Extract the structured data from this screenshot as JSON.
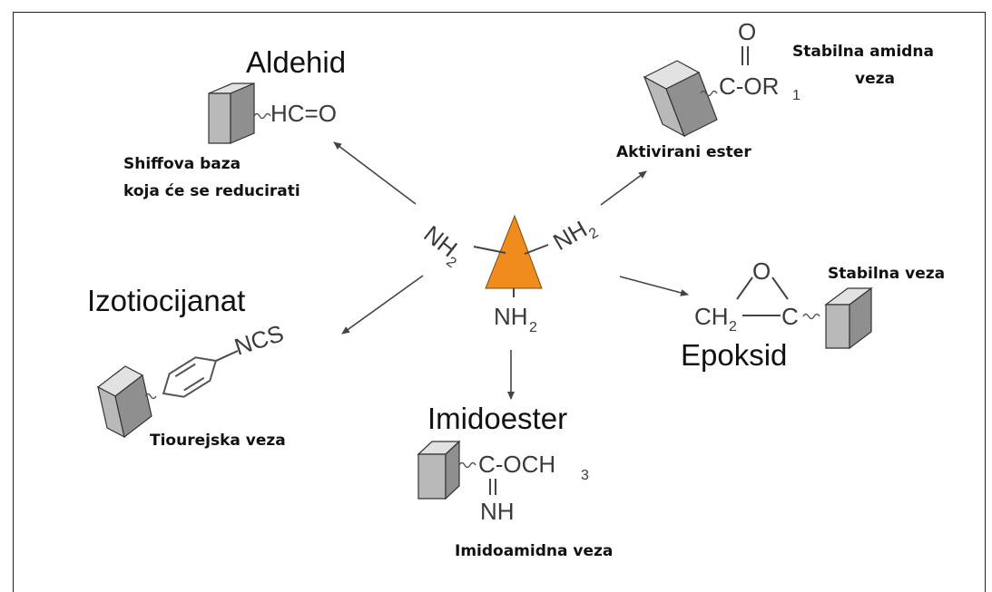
{
  "center": {
    "nh2_left": "NH",
    "nh2_right": "NH",
    "nh2_bottom": "NH",
    "sub2": "2"
  },
  "aldehyde": {
    "title": "Aldehid",
    "formula": "HC=O",
    "bond_line1": "Shiffova baza",
    "bond_line2": "koja će se reducirati"
  },
  "ester": {
    "formula_o": "O",
    "formula": "C-OR",
    "formula_sub": "1",
    "label": "Aktivirani ester",
    "bond_line1": "Stabilna amidna",
    "bond_line2": "veza"
  },
  "isothiocyanate": {
    "title": "Izotiocijanat",
    "formula": "NCS",
    "bond": "Tiourejska veza"
  },
  "epoxide": {
    "title": "Epoksid",
    "atom_o": "O",
    "atom_ch": "CH",
    "atom_sub": "2",
    "atom_c": "C",
    "bond": "Stabilna veza"
  },
  "imidoester": {
    "title": "Imidoester",
    "formula": "C-OCH",
    "formula_sub": "3",
    "nh": "NH",
    "double": "=",
    "bond": "Imidoamidna veza"
  },
  "colors": {
    "cone": "#f08c1e",
    "box_front": "#b9b9b9",
    "box_top": "#e2e2e2",
    "box_side": "#8f8f8f"
  }
}
